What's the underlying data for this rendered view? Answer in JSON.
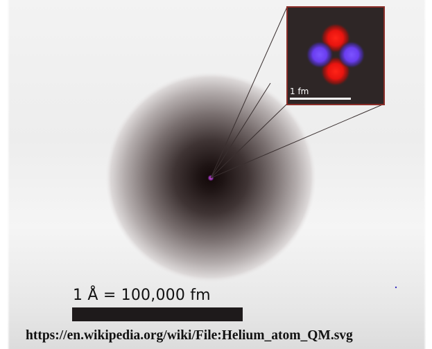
{
  "image": {
    "scale_label": "1 Å = 100,000 fm",
    "inset_scale_label": "1 fm",
    "source_url": "https://en.wikipedia.org/wiki/File:Helium_atom_QM.svg"
  },
  "colors": {
    "electron_cloud_center": "#120808",
    "electron_cloud_edge": "#f2f2f2",
    "proton": "#e8140f",
    "neutron": "#6a3df0",
    "inset_background": "#2e2626",
    "inset_border": "#8a2d28",
    "scale_bar": "#1e1a1b"
  }
}
